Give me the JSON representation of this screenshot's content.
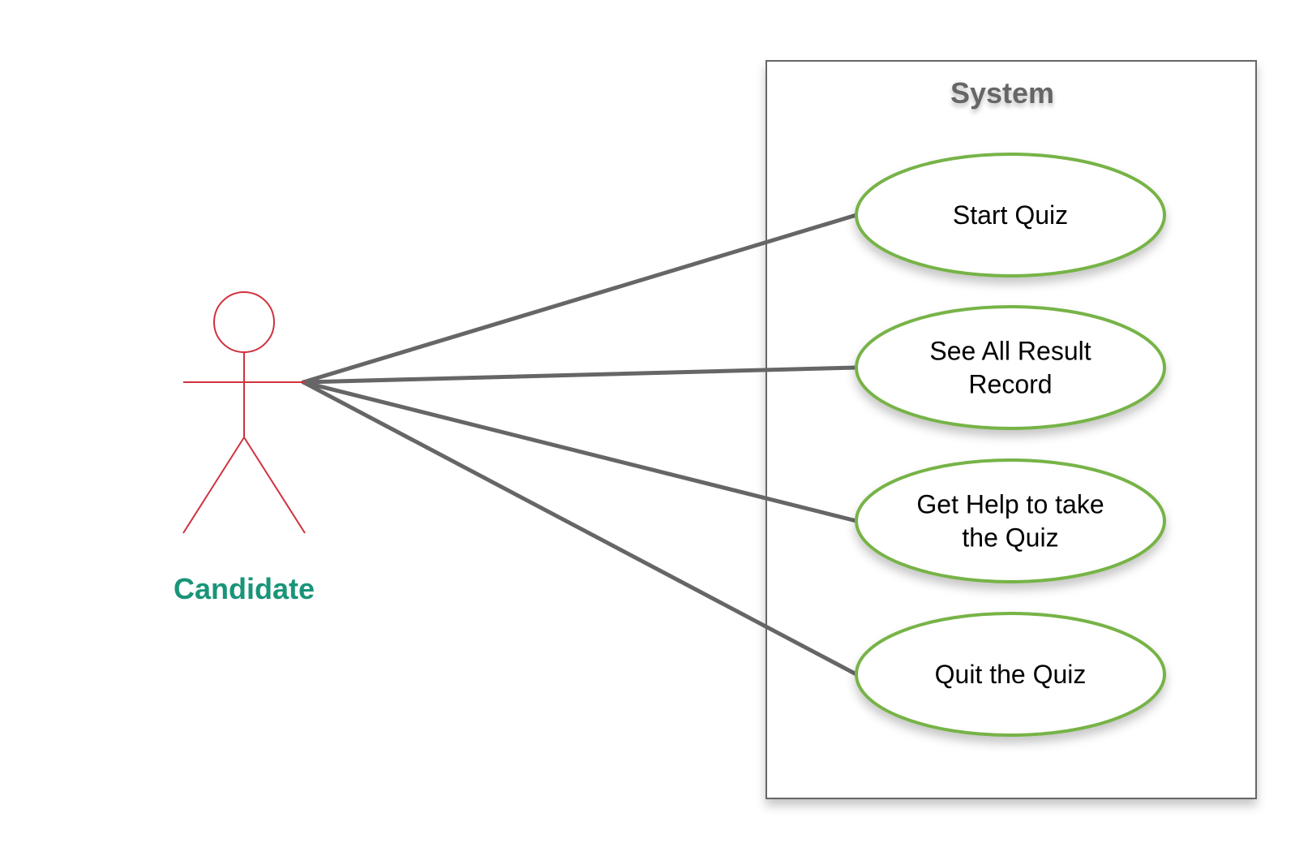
{
  "system": {
    "label": "System",
    "border_color": "#666666"
  },
  "actor": {
    "label": "Candidate",
    "stroke_color": "#d0313e",
    "label_color": "#1a9478"
  },
  "use_cases": [
    {
      "id": "start-quiz",
      "lines": [
        "Start Quiz"
      ]
    },
    {
      "id": "see-all-result-record",
      "lines": [
        "See All Result",
        "Record"
      ]
    },
    {
      "id": "get-help",
      "lines": [
        "Get Help to take",
        "the Quiz"
      ]
    },
    {
      "id": "quit-quiz",
      "lines": [
        "Quit the Quiz"
      ]
    }
  ],
  "colors": {
    "ellipse_stroke": "#77b347",
    "association": "#666666"
  }
}
